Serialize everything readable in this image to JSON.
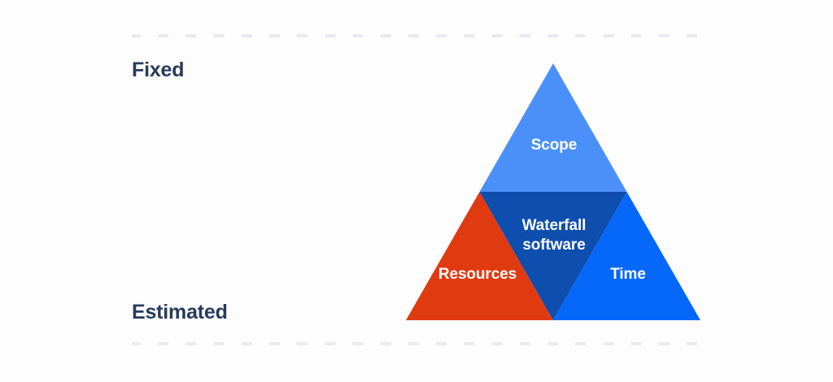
{
  "diagram": {
    "title_axis": {
      "top_label": "Fixed",
      "bottom_label": "Estimated"
    },
    "segments": [
      {
        "id": "scope",
        "label": "Scope",
        "color": "#4a90f8",
        "position": "top"
      },
      {
        "id": "resources",
        "label": "Resources",
        "color": "#e03a11",
        "position": "bottom-left"
      },
      {
        "id": "time",
        "label": "Time",
        "color": "#0668fa",
        "position": "bottom-right"
      },
      {
        "id": "center",
        "label_line1": "Waterfall",
        "label_line2": "software",
        "color": "#0d4eae",
        "position": "center"
      }
    ],
    "colors": {
      "background": "#fdfdfd",
      "caption_text": "#273b5b",
      "guide_line": "#e9eaef",
      "segment_text": "#ffffff"
    }
  }
}
